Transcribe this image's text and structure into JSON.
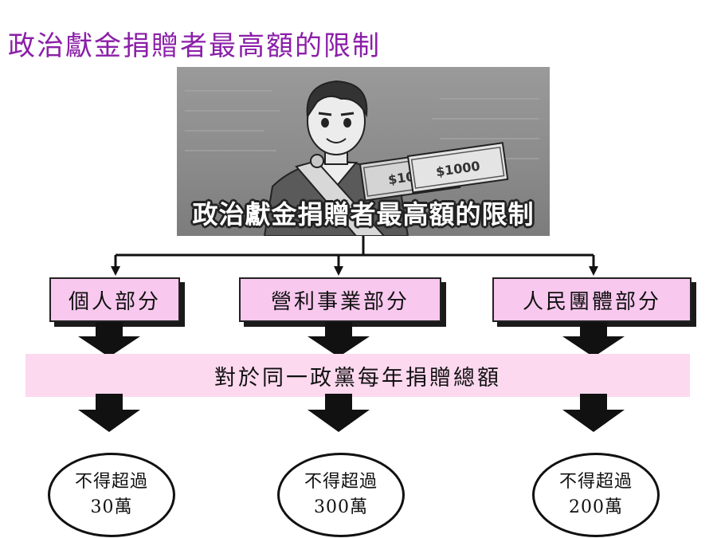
{
  "title": "政治獻金捐贈者最高額的限制",
  "photo": {
    "caption": "政治獻金捐贈者最高額的限制",
    "bill_label_1": "$1000",
    "bill_label_2": "$1000"
  },
  "categories": [
    {
      "label": "個人部分"
    },
    {
      "label": "營利事業部分"
    },
    {
      "label": "人民團體部分"
    }
  ],
  "band_label": "對於同一政黨每年捐贈總額",
  "limits": [
    {
      "line1": "不得超過",
      "line2": "30萬"
    },
    {
      "line1": "不得超過",
      "line2": "300萬"
    },
    {
      "line1": "不得超過",
      "line2": "200萬"
    }
  ],
  "colors": {
    "title": "#8b1fa8",
    "box_fill": "#f8c8ee",
    "band_fill": "#fcd9ef",
    "arrow": "#111111"
  }
}
